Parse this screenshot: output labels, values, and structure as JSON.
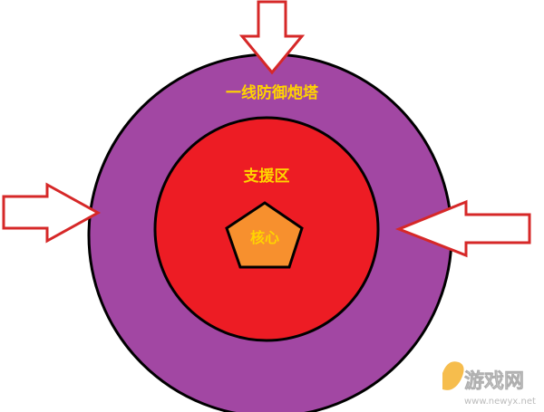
{
  "diagram": {
    "labels": {
      "outer": "一线防御炮塔",
      "middle": "支援区",
      "core": "核心"
    },
    "colors": {
      "outer_ring": "#a247a3",
      "middle_ring": "#ed1c24",
      "core": "#f7902e",
      "outline": "#000000",
      "arrow_fill": "#ffffff",
      "arrow_stroke": "#d62828",
      "outer_text": "#ffd400",
      "middle_text": "#ffd400",
      "core_text": "#ffd400"
    },
    "arrows": [
      {
        "name": "arrow-top",
        "direction": "down"
      },
      {
        "name": "arrow-left",
        "direction": "right"
      },
      {
        "name": "arrow-right",
        "direction": "left"
      }
    ]
  },
  "watermark": {
    "site": "游戏网",
    "url": "www.newyx.net"
  }
}
